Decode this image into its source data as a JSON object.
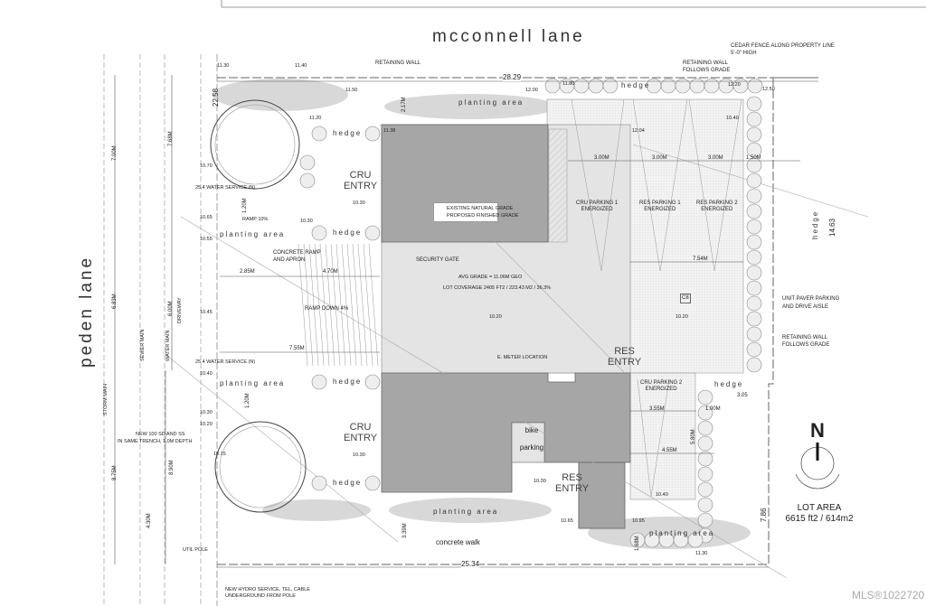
{
  "streets": {
    "north": "mcconnell lane",
    "west": "peden lane"
  },
  "utilities": {
    "storm": "STORM MAIN",
    "sewer": "SEWER MAIN",
    "water": "WATER MAIN",
    "driveway": "DRIVEWAY"
  },
  "notes": {
    "retaining_wall": "RETAINING WALL",
    "cedar_fence_1": "CEDAR FENCE ALONG PROPERTY LINE",
    "cedar_fence_2": "5'-0\" HIGH",
    "retaining_follows_1": "RETAINING WALL",
    "retaining_follows_2": "FOLLOWS GRADE",
    "water_service_1": "25.4 WATER SERVICE (N)",
    "water_service_2": "25.4 WATER SERVICE (N)",
    "ramp_10": "RAMP 10%",
    "concrete_ramp_1": "CONCRETE RAMP",
    "concrete_ramp_2": "AND APRON",
    "ramp_down": "RAMP DOWN 4%",
    "new_sd_1": "NEW 100 SD AND SS",
    "new_sd_2": "IN SAME TRENCH, 1.0m DEPTH",
    "util_pole": "UTIL POLE",
    "hydro_1": "NEW HYDRO SERVICE, TEL, CABLE",
    "hydro_2": "UNDERGROUND FROM POLE",
    "security_gate": "SECURITY GATE",
    "avg_grade": "AVG GRADE = 11.06m GEO",
    "lot_coverage": "LOT COVERAGE 2405 ft2 / 223.43 m2 / 36.3%",
    "e_meter": "E. METER LOCATION",
    "unit_paver_1": "UNIT PAVER PARKING",
    "unit_paver_2": "AND DRIVE AISLE",
    "retaining_right_1": "RETAINING WALL",
    "retaining_right_2": "FOLLOWS GRADE",
    "c8": "C8"
  },
  "legend": {
    "existing": "EXISTING NATURAL GRADE",
    "proposed": "PROPOSED FINISHED GRADE"
  },
  "areas": {
    "planting": "planting area",
    "hedge": "hedge",
    "concrete_walk": "concrete walk",
    "bike_1": "bike",
    "bike_2": "parking"
  },
  "entries": {
    "cru_1": "CRU",
    "cru_2": "ENTRY",
    "res_1": "RES",
    "res_2": "ENTRY"
  },
  "parking": {
    "cru1_a": "CRU PARKING 1",
    "res1_a": "RES PARKING 1",
    "res2_a": "RES PARKING 2",
    "cru2_a": "CRU PARKING 2",
    "energized": "ENERGIZED"
  },
  "dimensions": {
    "top": "28.29",
    "bottom": "25.34",
    "left": "22.58",
    "right": "14.63",
    "right_low": "7.86",
    "d7_00": "7.00m",
    "d7_68": "7.68m",
    "d6_83": "6.83m",
    "d6_00": "6.00m",
    "d8_75": "8.75m",
    "d8_90": "8.90m",
    "d4_30": "4.30m",
    "d2_85": "2.85m",
    "d4_70": "4.70m",
    "d7_55": "7.55m",
    "d1_20a": "1.20m",
    "d1_20b": "1.20m",
    "d2_17": "2.17m",
    "d3_00": "3.00m",
    "d1_50": "1.50m",
    "d7_54": "7.54m",
    "d3_55": "3.55m",
    "d4_55": "4.55m",
    "d1_00": "1.00m",
    "d5_80": "5.80m",
    "d3_05": "3.05",
    "d3_39": "3.39m",
    "d1_68": "1.68m"
  },
  "grades": {
    "g11_30a": "11.30",
    "g11_40": "11.40",
    "g11_50": "11.50",
    "g11_20": "11.20",
    "g11_38": "11.38",
    "g12_00": "12.00",
    "g11_80": "11.80",
    "g12_20": "12.20",
    "g12_50": "12.50",
    "g10_40a": "10.40",
    "g12_04": "12.04",
    "g10_70": "10.70",
    "g10_30a": "10.30",
    "g10_65": "10.65",
    "g10_55": "10.55",
    "g10_30b": "10.30",
    "g10_45": "10.45",
    "g10_40b": "10.40",
    "g10_30c": "10.30",
    "g10_20": "10.20",
    "g10_15": "10.15",
    "g10_30d": "10.30",
    "g10_20b": "10.20",
    "g10_20c": "10.20",
    "g10_30e": "10.30",
    "g10_65b": "10.65",
    "g10_95": "10.95",
    "g10_40c": "10.40",
    "g11_30b": "11.30"
  },
  "lot_area": {
    "label": "LOT AREA",
    "value": "6615 ft2 / 614m2"
  },
  "north_arrow": "N",
  "watermark": "MLS®1022720"
}
